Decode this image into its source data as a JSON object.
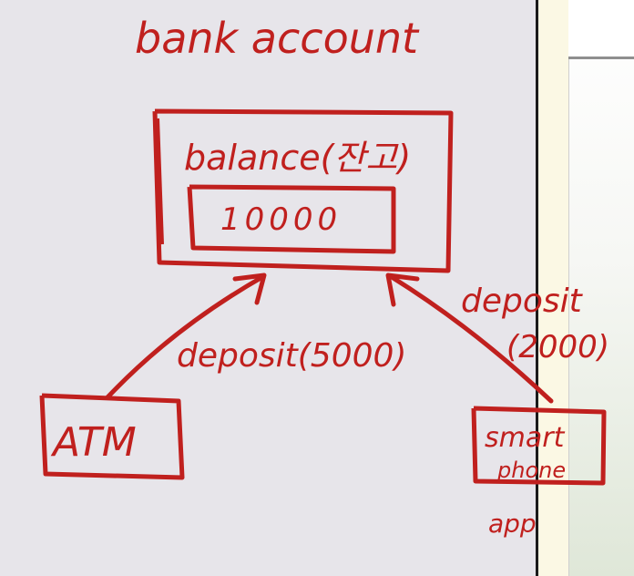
{
  "diagram": {
    "title": "bank account",
    "balance_label": "balance(잔고)",
    "balance_value": "10000",
    "atm_label": "ATM",
    "atm_action": "deposit(5000)",
    "phone_label_line1": "smart",
    "phone_label_line2": "phone",
    "phone_label_line3": "app",
    "phone_action_line1": "deposit",
    "phone_action_line2": "(2000)"
  },
  "colors": {
    "ink": "#c0201e",
    "board": "#e7e5ea",
    "divider": "#1a1a1a"
  }
}
